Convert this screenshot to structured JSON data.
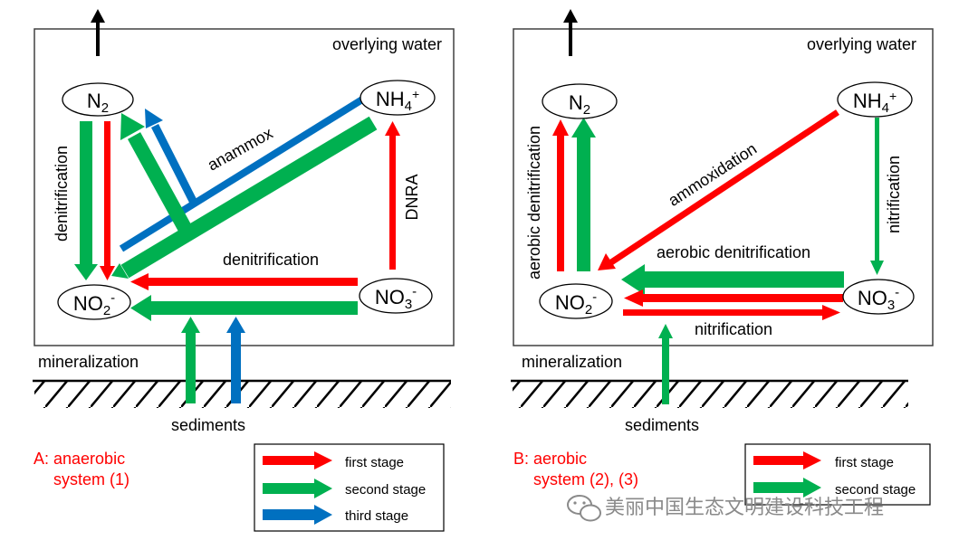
{
  "colors": {
    "first_stage": "#ff0000",
    "second_stage": "#00b050",
    "third_stage": "#0070c0",
    "box_border": "#404040",
    "caption_text": "#ff0000",
    "watermark_text": "#888888"
  },
  "panel_a": {
    "region_label": "overlying water",
    "nodes": {
      "n2": {
        "base": "N",
        "sub": "2",
        "sup": ""
      },
      "nh4": {
        "base": "NH",
        "sub": "4",
        "sup": "+"
      },
      "no2": {
        "base": "NO",
        "sub": "2",
        "sup": "-"
      },
      "no3": {
        "base": "NO",
        "sub": "3",
        "sup": "-"
      }
    },
    "process_labels": {
      "denitrification_vertical": "denitrification",
      "anammox": "anammox",
      "dnra": "DNRA",
      "denitrification_horizontal": "denitrification"
    },
    "mineralization": "mineralization",
    "sediments": "sediments",
    "caption": {
      "line1": "A: anaerobic",
      "line2": "system (1)"
    },
    "legend": {
      "first": "first stage",
      "second": "second stage",
      "third": "third stage"
    }
  },
  "panel_b": {
    "region_label": "overlying water",
    "nodes": {
      "n2": {
        "base": "N",
        "sub": "2",
        "sup": ""
      },
      "nh4": {
        "base": "NH",
        "sub": "4",
        "sup": "+"
      },
      "no2": {
        "base": "NO",
        "sub": "2",
        "sup": "-"
      },
      "no3": {
        "base": "NO",
        "sub": "3",
        "sup": "-"
      }
    },
    "process_labels": {
      "aerobic_denitrification_vertical": "aerobic denitrification",
      "ammoxidation": "ammoxidation",
      "nitrification_vertical": "nitrification",
      "aerobic_denitrification_horizontal": "aerobic denitrification",
      "nitrification_horizontal": "nitrification"
    },
    "mineralization": "mineralization",
    "sediments": "sediments",
    "caption": {
      "line1": "B: aerobic",
      "line2": "system (2), (3)"
    },
    "legend": {
      "first": "first stage",
      "second": "second stage"
    }
  },
  "watermark": {
    "icon": "wechat-icon",
    "text": "美丽中国生态文明建设科技工程"
  }
}
